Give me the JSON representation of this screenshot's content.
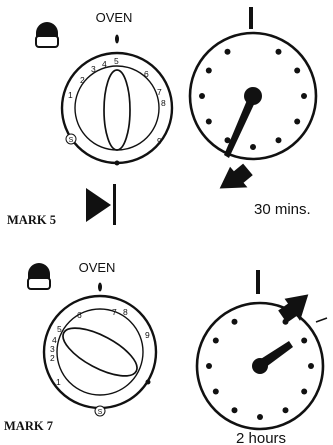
{
  "panels": [
    {
      "oven_label": "OVEN",
      "dial_numbers": [
        "1",
        "2",
        "3",
        "4",
        "5",
        "6",
        "7",
        "8",
        "9"
      ],
      "dial_symbol": "S",
      "mark_label": "MARK 5",
      "timer_label": "30 mins."
    },
    {
      "oven_label": "OVEN",
      "dial_numbers": [
        "1",
        "2",
        "3",
        "4",
        "5",
        "6",
        "7",
        "8",
        "9"
      ],
      "dial_symbol": "S",
      "mark_label": "MARK 7",
      "timer_label": "2 hours"
    }
  ]
}
